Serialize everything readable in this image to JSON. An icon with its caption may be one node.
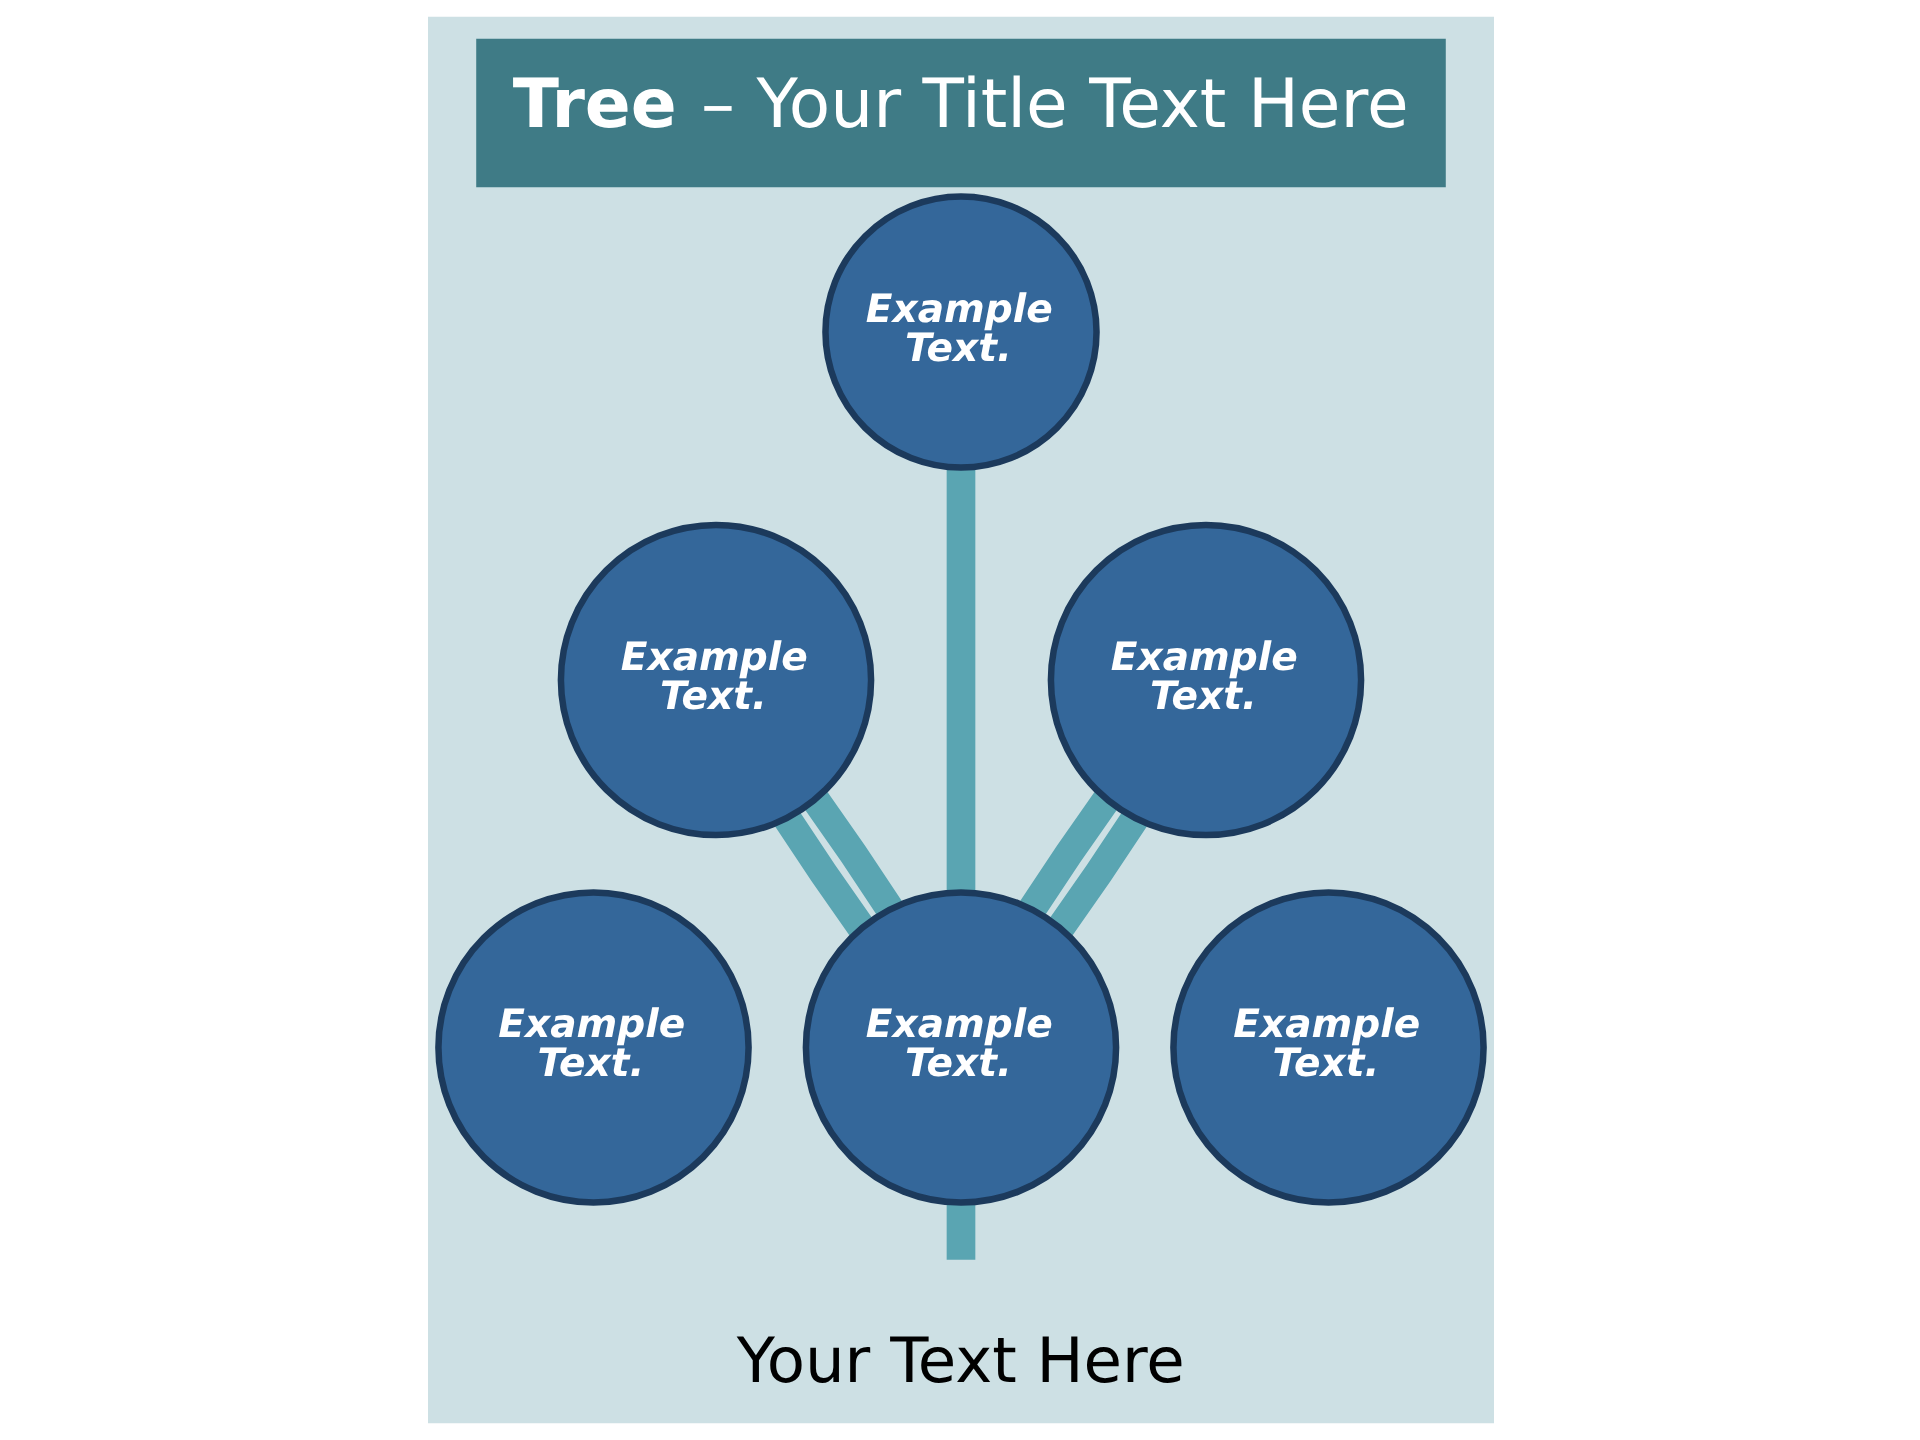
{
  "diagram": {
    "title": "**Tree** – Your Title Text Here",
    "nodes": [
      {
        "text": [
          "Example Text."
        ]
      },
      {
        "text": [
          "Example Text."
        ]
      },
      {
        "text": [
          "Example Text."
        ]
      },
      {
        "text": [
          "Example Text."
        ]
      },
      {
        "text": [
          "Example Text."
        ]
      },
      {
        "text": [
          "Example Text."
        ]
      }
    ],
    "edges": [
      {
        "from": null,
        "to": 4,
        "arrow": "none"
      },
      {
        "from": 4,
        "to": 1,
        "arrow": "none"
      },
      {
        "from": 4,
        "to": 1,
        "arrow": "none"
      },
      {
        "from": 4,
        "to": 0,
        "arrow": "none"
      },
      {
        "from": 4,
        "to": 2,
        "arrow": "none"
      },
      {
        "from": 4,
        "to": 2,
        "arrow": "none"
      }
    ],
    "labels": [
      "Your Text Here"
    ]
  }
}
